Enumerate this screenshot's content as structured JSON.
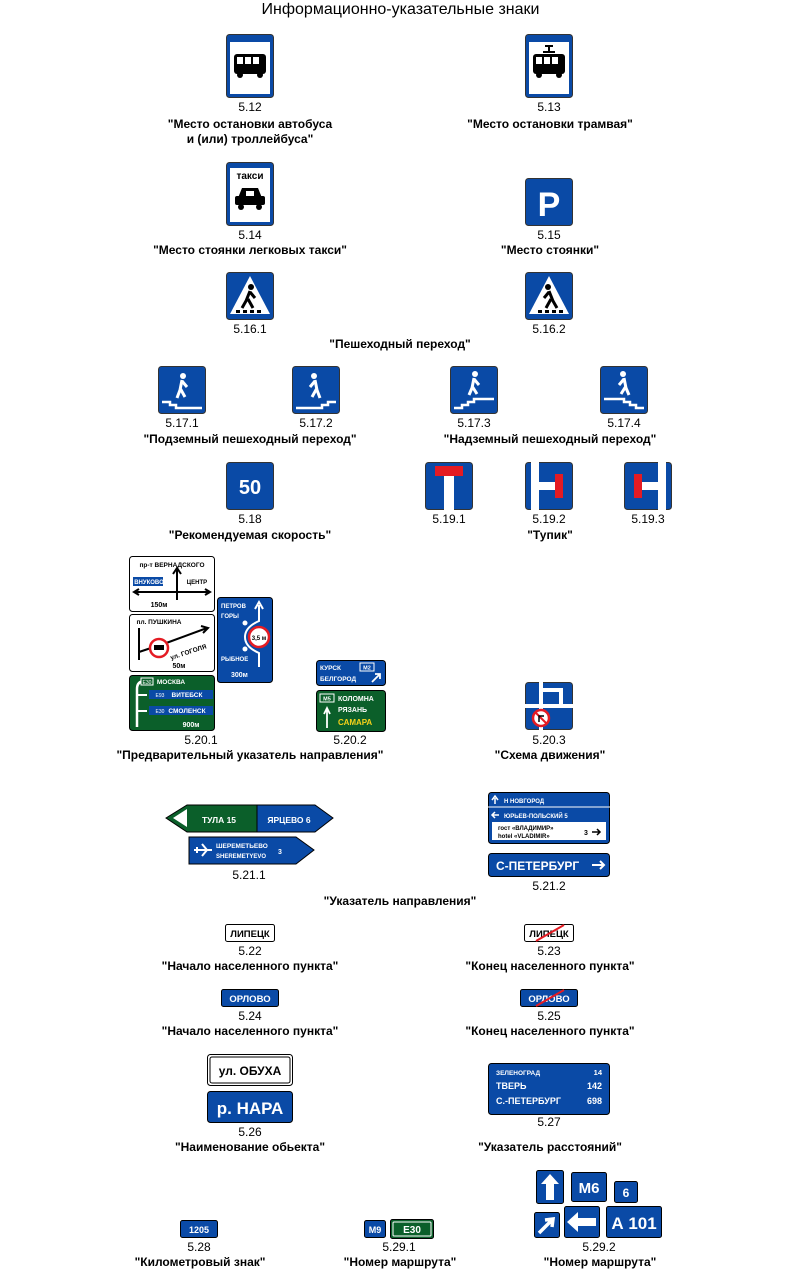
{
  "title": "Информационно-указательные знаки",
  "colors": {
    "blue": "#0a4aa6",
    "green": "#0b5f2a",
    "red": "#e41b23",
    "white": "#ffffff",
    "black": "#000000"
  },
  "signs": {
    "s5_12": {
      "code": "5.12",
      "caption": "\"Место остановки автобуса\nи (или) троллейбуса\"",
      "icon": "bus-icon"
    },
    "s5_13": {
      "code": "5.13",
      "caption": "\"Место остановки трамвая\"",
      "icon": "tram-icon"
    },
    "s5_14": {
      "code": "5.14",
      "caption": "\"Место стоянки легковых такси\"",
      "text": "такси",
      "icon": "taxi-icon"
    },
    "s5_15": {
      "code": "5.15",
      "caption": "\"Место стоянки\"",
      "text": "P"
    },
    "s5_16": {
      "code1": "5.16.1",
      "code2": "5.16.2",
      "caption": "\"Пешеходный переход\"",
      "icon": "pedestrian-crossing-icon"
    },
    "s5_17": {
      "code1": "5.17.1",
      "code2": "5.17.2",
      "code3": "5.17.3",
      "code4": "5.17.4",
      "caption_a": "\"Подземный пешеходный переход\"",
      "caption_b": "\"Надземный пешеходный переход\"",
      "icon": "pedestrian-stairs-icon"
    },
    "s5_18": {
      "code": "5.18",
      "caption": "\"Рекомендуемая скорость\"",
      "text": "50"
    },
    "s5_19": {
      "code1": "5.19.1",
      "code2": "5.19.2",
      "code3": "5.19.3",
      "caption": "\"Тупик\"",
      "icon": "dead-end-icon"
    },
    "s5_20_1": {
      "code": "5.20.1",
      "caption": "\"Предварительный указатель направления\"",
      "a_top": "пр-т ВЕРНАДСКОГО",
      "a_left": "ВНУКОВО",
      "a_right": "ЦЕНТР",
      "a_dist": "150м",
      "b_top": "пл. ПУШКИНА",
      "b_street": "ул. ГОГОЛЯ",
      "b_dist": "50м",
      "c_1": "МОСКВА",
      "c_1n": "E30",
      "c_2": "ВИТЕБСК",
      "c_2n": "E93",
      "c_3": "СМОЛЕНСК",
      "c_3n": "E30",
      "c_dist": "900м",
      "d_top1": "ПЕТРОВ",
      "d_top2": "ГОРЫ",
      "d_bot": "РЫБНОЕ",
      "d_limit": "3,5 м",
      "d_dist": "300м"
    },
    "s5_20_2": {
      "code": "5.20.2",
      "a_1": "КУРСК",
      "a_num": "М2",
      "a_2": "БЕЛГОРОД",
      "b_num": "М5",
      "b_1": "КОЛОМНА",
      "b_2": "РЯЗАНЬ",
      "b_3": "САМАРА"
    },
    "s5_20_3": {
      "code": "5.20.3",
      "caption": "\"Схема движения\"",
      "icon": "traffic-scheme-icon"
    },
    "s5_21_1": {
      "code": "5.21.1",
      "green": "ТУЛА 15",
      "blue": "ЯРЦЕВО 6",
      "airport_1": "ШЕРЕМЕТЬЕВО",
      "airport_2": "SHEREMETYEVO",
      "airport_num": "3"
    },
    "s5_21_2": {
      "code": "5.21.2",
      "l1": "Н НОВГОРОД",
      "l2": "ЮРЬЕВ-ПОЛЬСКИЙ 5",
      "l3a": "гост «ВЛАДИМИР»",
      "l3b": "hotel «VLADIMIR»",
      "l3num": "3",
      "bottom": "С-ПЕТЕРБУРГ"
    },
    "directions_caption": "\"Указатель направления\"",
    "s5_22": {
      "code": "5.22",
      "caption": "\"Начало населенного пункта\"",
      "text": "ЛИПЕЦК"
    },
    "s5_23": {
      "code": "5.23",
      "caption": "\"Конец населенного пункта\"",
      "text": "ЛИПЕЦК"
    },
    "s5_24": {
      "code": "5.24",
      "caption": "\"Начало населенного пункта\"",
      "text": "ОРЛОВО"
    },
    "s5_25": {
      "code": "5.25",
      "caption": "\"Конец населенного пункта\"",
      "text": "ОРЛОВО"
    },
    "s5_26": {
      "code": "5.26",
      "caption": "\"Наименование обьекта\"",
      "street": "ул. ОБУХА",
      "river": "р. НАРА"
    },
    "s5_27": {
      "code": "5.27",
      "caption": "\"Указатель расстояний\"",
      "r1": "ЗЕЛЕНОГРАД",
      "r1n": "14",
      "r2": "ТВЕРЬ",
      "r2n": "142",
      "r3": "С.-ПЕТЕРБУРГ",
      "r3n": "698"
    },
    "s5_28": {
      "code": "5.28",
      "caption": "\"Километровый знак\"",
      "text": "1205"
    },
    "s5_29_1": {
      "code": "5.29.1",
      "caption": "\"Номер маршрута\"",
      "m": "М9",
      "e": "Е30"
    },
    "s5_29_2": {
      "code": "5.29.2",
      "caption": "\"Номер маршрута\"",
      "m6": "М6",
      "n6": "6",
      "a101": "А 101"
    }
  }
}
